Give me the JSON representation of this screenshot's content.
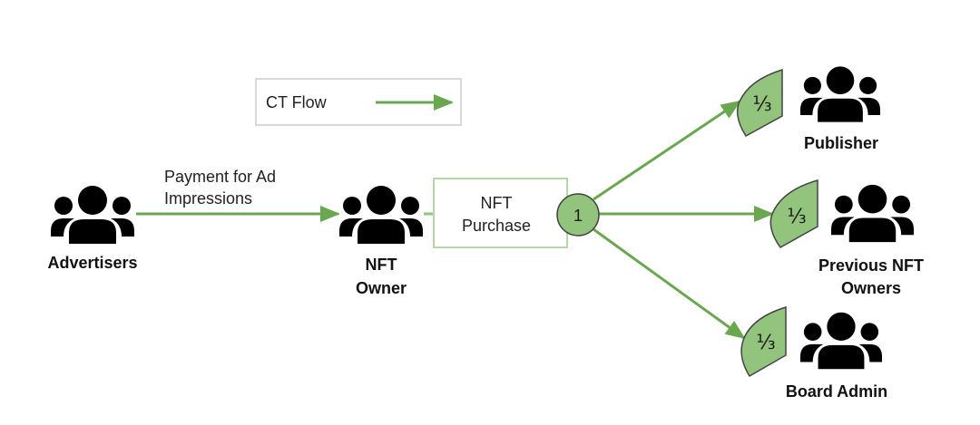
{
  "colors": {
    "flow": "#6aa84f",
    "fill": "#93c47d",
    "box_border": "#b6d7a8",
    "legend_border": "#d9d9d9",
    "outline": "#444444",
    "icon": "#000000"
  },
  "legend": {
    "label": "CT Flow"
  },
  "nodes": {
    "advertisers": {
      "label": "Advertisers",
      "icon": "group-icon"
    },
    "nft_owner": {
      "label_line1": "NFT",
      "label_line2": "Owner",
      "icon": "group-icon"
    },
    "publisher": {
      "label": "Publisher",
      "icon": "group-icon"
    },
    "previous_owners": {
      "label_line1": "Previous NFT",
      "label_line2": "Owners",
      "icon": "group-icon"
    },
    "board_admin": {
      "label": "Board Admin",
      "icon": "group-icon"
    }
  },
  "edge_labels": {
    "payment_line1": "Payment for Ad",
    "payment_line2": "Impressions"
  },
  "purchase_box": {
    "line1": "NFT",
    "line2": "Purchase"
  },
  "split": {
    "total": "1",
    "shares": [
      "⅓",
      "⅓",
      "⅓"
    ]
  }
}
